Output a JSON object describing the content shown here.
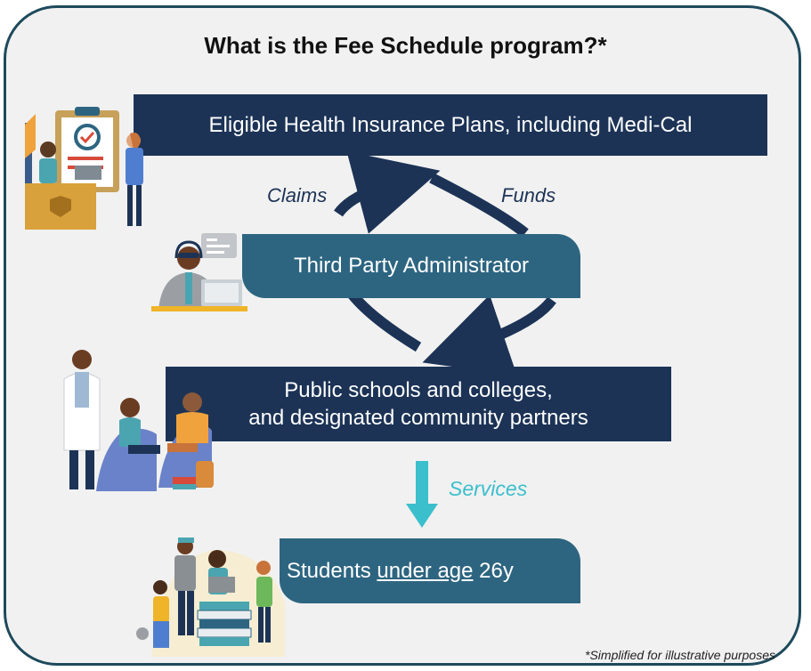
{
  "title": "What is the Fee Schedule program?*",
  "nodes": {
    "plans": "Eligible Health Insurance Plans, including Medi-Cal",
    "tpa": "Third Party Administrator",
    "schools_line1": "Public schools and colleges,",
    "schools_line2": "and designated community partners",
    "students_prefix": "Students ",
    "students_underlined": "under age",
    "students_suffix": " 26y"
  },
  "edges": {
    "claims": "Claims",
    "funds": "Funds",
    "services": "Services"
  },
  "footnote": "*Simplified for illustrative purposes",
  "colors": {
    "navy": "#1c3356",
    "teal": "#2d6581",
    "cyan": "#3bbfcc",
    "frame": "#1d4a5c",
    "background": "#f1f1f1"
  },
  "icons": [
    "insurance-office-illustration",
    "call-center-agent-illustration",
    "doctor-family-illustration",
    "students-illustration"
  ]
}
